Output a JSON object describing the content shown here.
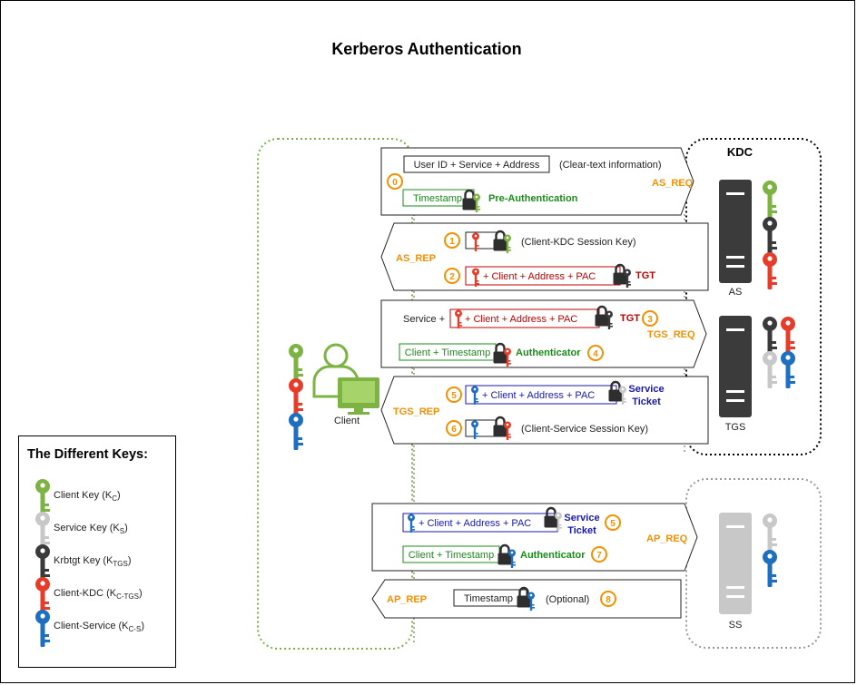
{
  "title": "Kerberos Authentication",
  "kdc_label": "KDC",
  "as_label": "AS",
  "tgs_label": "TGS",
  "ss_label": "SS",
  "client_label": "Client",
  "colors": {
    "client_key": "#7cb342",
    "service_key": "#c8c8c8",
    "krbtgt_key": "#3a3a3a",
    "client_kdc_key": "#e53d2a",
    "client_service_key": "#1e6fc0",
    "orange": "#f39000",
    "green_text": "#1a8c1a",
    "red_text": "#c00000",
    "blue_text": "#1a1aa8",
    "server": "#3b3b3b"
  },
  "messages": {
    "as_req": {
      "label": "AS_REQ",
      "clear_text_box": "User ID + Service + Address",
      "clear_text_note": "(Clear-text information)",
      "step": "0",
      "timestamp_box": "Timestamp",
      "preauth_label": "Pre-Authentication"
    },
    "as_rep": {
      "label": "AS_REP",
      "step1": "1",
      "session_key_note": "(Client-KDC Session Key)",
      "step2": "2",
      "tgt_box": "+ Client + Address + PAC",
      "tgt_label": "TGT"
    },
    "tgs_req": {
      "label": "TGS_REQ",
      "service_prefix": "Service +",
      "tgt_box": "+ Client + Address + PAC",
      "tgt_label": "TGT",
      "step3": "3",
      "auth_box": "Client + Timestamp",
      "auth_label": "Authenticator",
      "step4": "4"
    },
    "tgs_rep": {
      "label": "TGS_REP",
      "step5": "5",
      "ticket_box": "+ Client + Address + PAC",
      "ticket_label_1": "Service",
      "ticket_label_2": "Ticket",
      "step6": "6",
      "session_key_note": "(Client-Service Session Key)"
    },
    "ap_req": {
      "label": "AP_REQ",
      "ticket_box": "+ Client + Address + PAC",
      "ticket_label_1": "Service",
      "ticket_label_2": "Ticket",
      "step5": "5",
      "auth_box": "Client + Timestamp",
      "auth_label": "Authenticator",
      "step7": "7"
    },
    "ap_rep": {
      "label": "AP_REP",
      "timestamp_box": "Timestamp",
      "optional_note": "(Optional)",
      "step8": "8"
    }
  },
  "legend": {
    "title": "The Different Keys:",
    "items": [
      {
        "name": "Client Key (K",
        "sub": "C",
        "close": ")"
      },
      {
        "name": "Service Key (K",
        "sub": "S",
        "close": ")"
      },
      {
        "name": "Krbtgt Key (K",
        "sub": "TGS",
        "close": ")"
      },
      {
        "name": "Client-KDC (K",
        "sub": "C-TGS",
        "close": ")"
      },
      {
        "name": "Client-Service (K",
        "sub": "C-S",
        "close": ")"
      }
    ]
  }
}
